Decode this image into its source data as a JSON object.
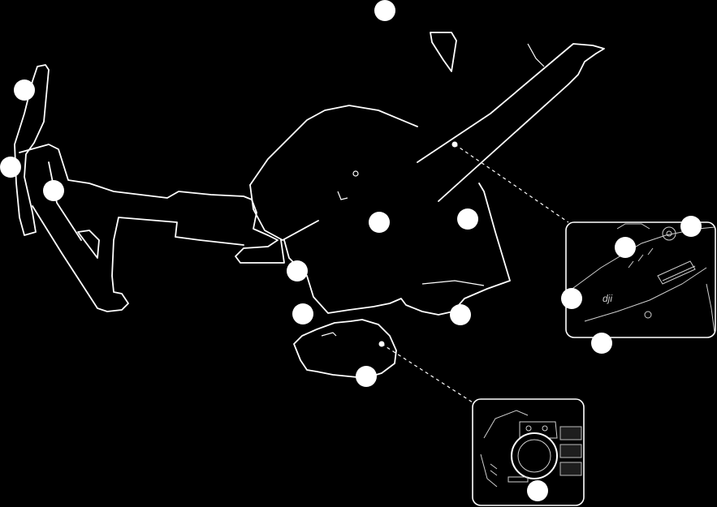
{
  "diagram": {
    "subject": "drone-aircraft-line-drawing",
    "background_color": "#000000",
    "line_color": "#ffffff",
    "callout_fill": "#ffffff",
    "callouts": [
      {
        "id": "callout-1",
        "text": ""
      },
      {
        "id": "callout-2",
        "text": ""
      },
      {
        "id": "callout-3",
        "text": ""
      },
      {
        "id": "callout-4",
        "text": ""
      },
      {
        "id": "callout-5",
        "text": ""
      },
      {
        "id": "callout-6",
        "text": ""
      },
      {
        "id": "callout-7",
        "text": ""
      },
      {
        "id": "callout-8",
        "text": ""
      },
      {
        "id": "callout-9",
        "text": ""
      },
      {
        "id": "callout-10",
        "text": ""
      },
      {
        "id": "callout-11",
        "text": ""
      },
      {
        "id": "callout-12",
        "text": ""
      },
      {
        "id": "callout-13",
        "text": ""
      },
      {
        "id": "callout-14",
        "text": ""
      },
      {
        "id": "callout-15",
        "text": ""
      }
    ],
    "insets": [
      {
        "id": "inset-body-detail",
        "icon": "dji-logo-icon"
      },
      {
        "id": "inset-gimbal-camera-detail",
        "icon": "camera-lens-icon"
      }
    ]
  }
}
